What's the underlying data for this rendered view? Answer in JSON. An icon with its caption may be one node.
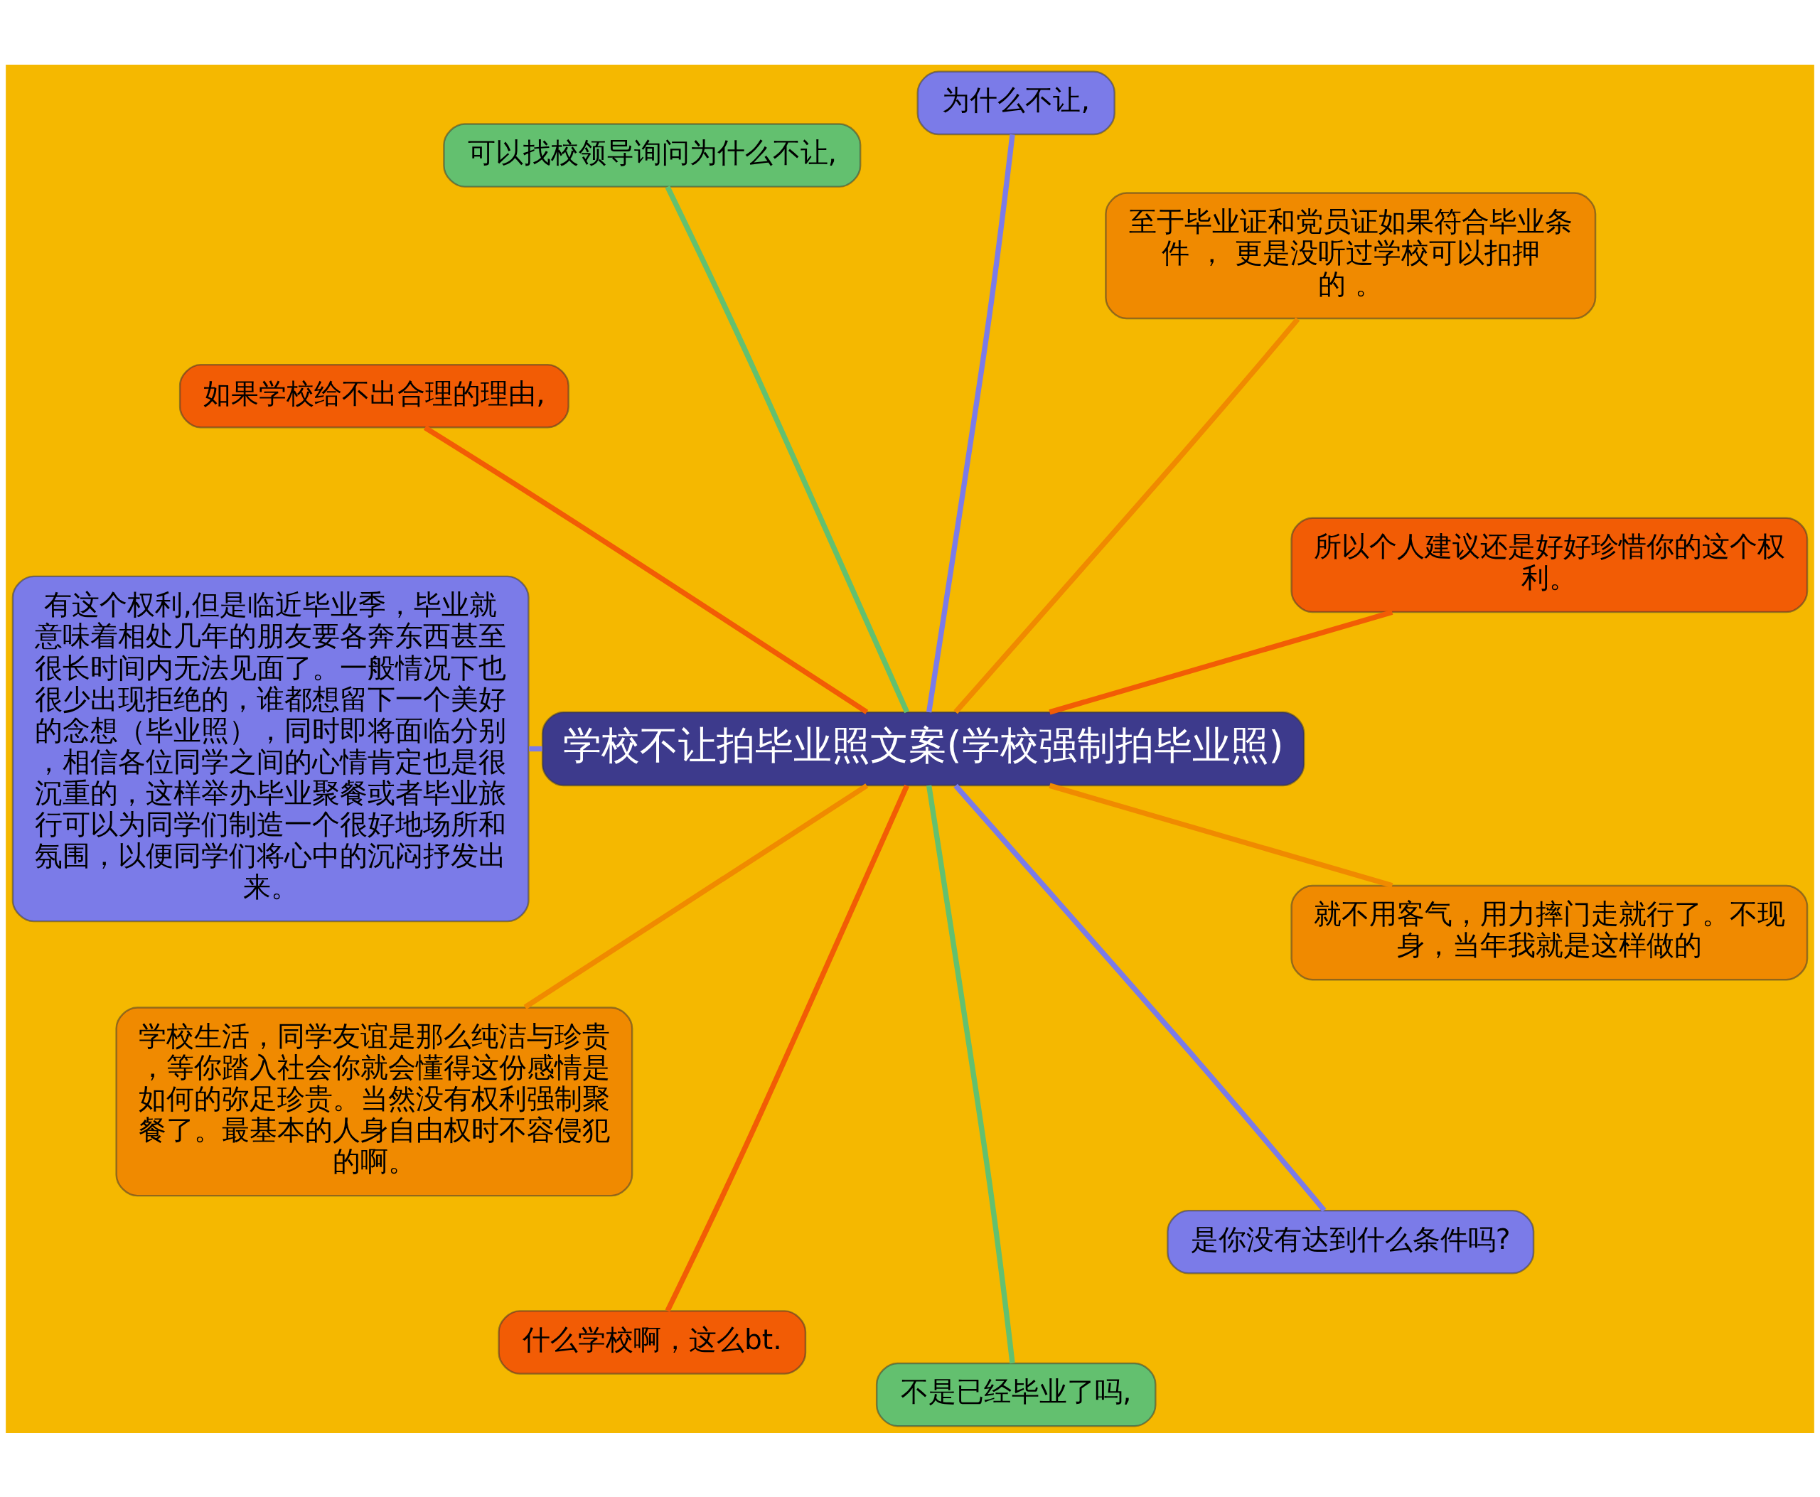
{
  "diagram": {
    "nodes": [
      {
        "text": [
          "学校不让拍毕业照文案(学校强制拍毕业照)"
        ]
      },
      {
        "text": [
          "所以个人建议还是好好珍惜你的这个权利。"
        ]
      },
      {
        "text": [
          "至于毕业证和党员证如果符合毕业条件 ， 更是没听过学校可以扣押的 。"
        ]
      },
      {
        "text": [
          "为什么不让,"
        ]
      },
      {
        "text": [
          "可以找校领导询问为什么不让,"
        ]
      },
      {
        "text": [
          "如果学校给不出合理的理由,"
        ]
      },
      {
        "text": [
          "有这个权利,但是临近毕业季，毕业就意味着相处几年的朋友要各奔东西甚至很长时间内无法见面了。一般情况下也很少出现拒绝的，谁都想留下一个美好的念想（毕业照），同时即将面临分别，相信各位同学之间的心情肯定也是很沉重的，这样举办毕业聚餐或者毕业旅行可以为同学们制造一个很好地场所和氛围，以便同学们将心中的沉闷抒发出来。"
        ]
      },
      {
        "text": [
          "学校生活，同学友谊是那么纯洁与珍贵，等你踏入社会你就会懂得这份感情是如何的弥足珍贵。当然没有权利强制聚餐了。最基本的人身自由权时不容侵犯的啊。"
        ]
      },
      {
        "text": [
          "什么学校啊，这么bt."
        ]
      },
      {
        "text": [
          "不是已经毕业了吗,"
        ]
      },
      {
        "text": [
          "是你没有达到什么条件吗?"
        ]
      },
      {
        "text": [
          "就不用客气，用力摔门走就行了。不现身，当年我就是这样做的"
        ]
      }
    ],
    "edges": [
      {
        "from": 0,
        "to": 1,
        "arrow": "none",
        "color": "#f25c05"
      },
      {
        "from": 0,
        "to": 2,
        "arrow": "none",
        "color": "#f08a00"
      },
      {
        "from": 0,
        "to": 3,
        "arrow": "none",
        "color": "#7b7be8"
      },
      {
        "from": 0,
        "to": 4,
        "arrow": "none",
        "color": "#63c06f"
      },
      {
        "from": 0,
        "to": 5,
        "arrow": "none",
        "color": "#f25c05"
      },
      {
        "from": 0,
        "to": 6,
        "arrow": "none",
        "color": "#7b7be8"
      },
      {
        "from": 0,
        "to": 7,
        "arrow": "none",
        "color": "#f08a00"
      },
      {
        "from": 0,
        "to": 8,
        "arrow": "none",
        "color": "#f25c05"
      },
      {
        "from": 0,
        "to": 9,
        "arrow": "none",
        "color": "#63c06f"
      },
      {
        "from": 0,
        "to": 10,
        "arrow": "none",
        "color": "#7b7be8"
      },
      {
        "from": 0,
        "to": 11,
        "arrow": "none",
        "color": "#f08a00"
      }
    ]
  }
}
